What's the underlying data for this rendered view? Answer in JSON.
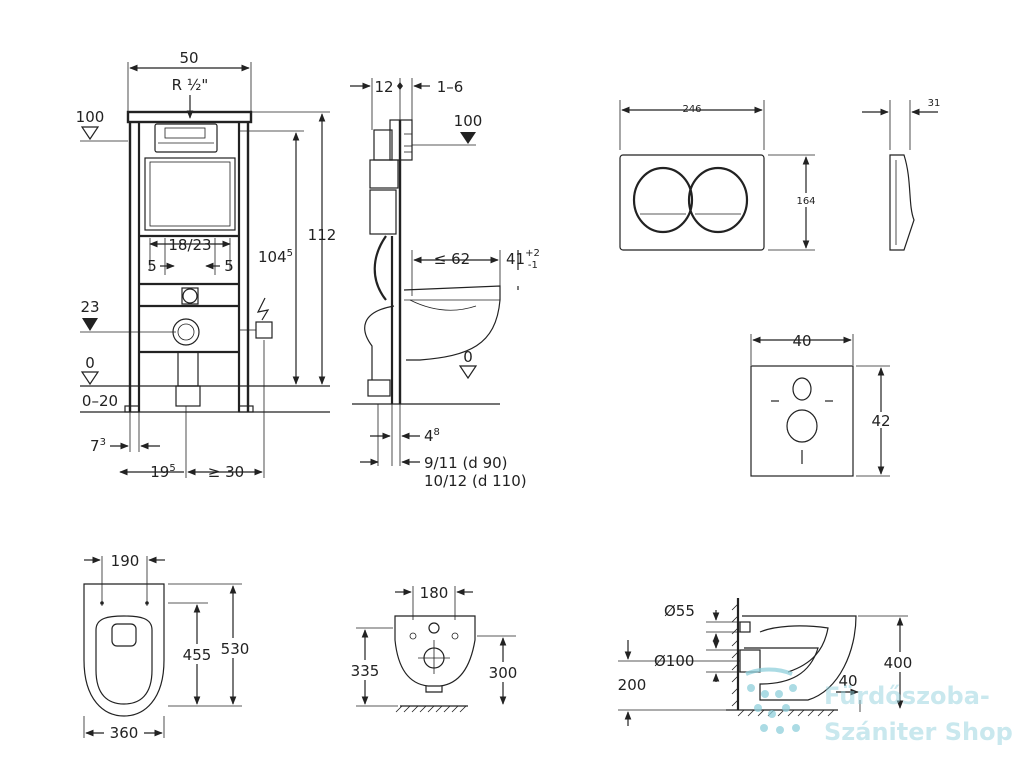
{
  "front": {
    "width": "50",
    "pipe": "R ½\"",
    "level_top": "100",
    "level_mid": "23",
    "level_zero": "0",
    "level_range": "0–20",
    "spacing": "18/23",
    "left_offset": "5",
    "right_offset": "5",
    "height_inner_main": "104",
    "height_inner_sup": "5",
    "height_total": "112",
    "bottom_left_main": "7",
    "bottom_left_sup": "3",
    "bottom_mid_main": "19",
    "bottom_mid_sup": "5",
    "bottom_right": "≥ 30"
  },
  "side": {
    "top_a": "12",
    "top_b": "1–6",
    "level_top": "100",
    "reach": "≤ 62",
    "bowl_main": "41",
    "bowl_sup": "+2",
    "bowl_sub": "-1",
    "level_zero": "0",
    "bottom_a_main": "4",
    "bottom_a_sup": "8",
    "bottom_b": "9/11  (d 90)",
    "bottom_c": "10/12 (d 110)"
  },
  "plate": {
    "width": "246",
    "height": "164",
    "depth": "31"
  },
  "pad": {
    "width": "40",
    "height": "42"
  },
  "bowl_top": {
    "width_top": "190",
    "len_a": "455",
    "len_b": "530",
    "width": "360"
  },
  "bowl_back": {
    "width": "180",
    "h_a": "335",
    "h_b": "300"
  },
  "bowl_side": {
    "d_small": "Ø55",
    "d_large": "Ø100",
    "h_floor": "200",
    "h_total": "400",
    "offset": "40"
  },
  "watermark": {
    "line1": "Fürdőszoba-",
    "line2": "Szániter Shop"
  }
}
